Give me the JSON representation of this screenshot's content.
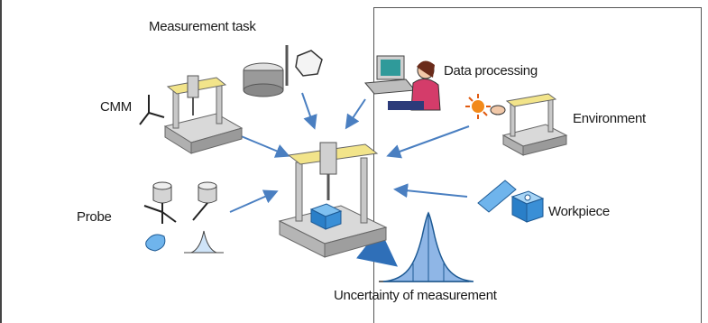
{
  "labels": {
    "measurement_task": "Measurement task",
    "data_processing": "Data processing",
    "cmm": "CMM",
    "environment": "Environment",
    "probe": "Probe",
    "workpiece": "Workpiece",
    "uncertainty": "Uncertainty of measurement"
  },
  "colors": {
    "arrow": "#4a7fc1",
    "machine_gray": "#c8c8c8",
    "machine_yellow": "#f2e48a",
    "cube_blue": "#3a8fd6",
    "curve_fill": "#8fb6e6"
  }
}
